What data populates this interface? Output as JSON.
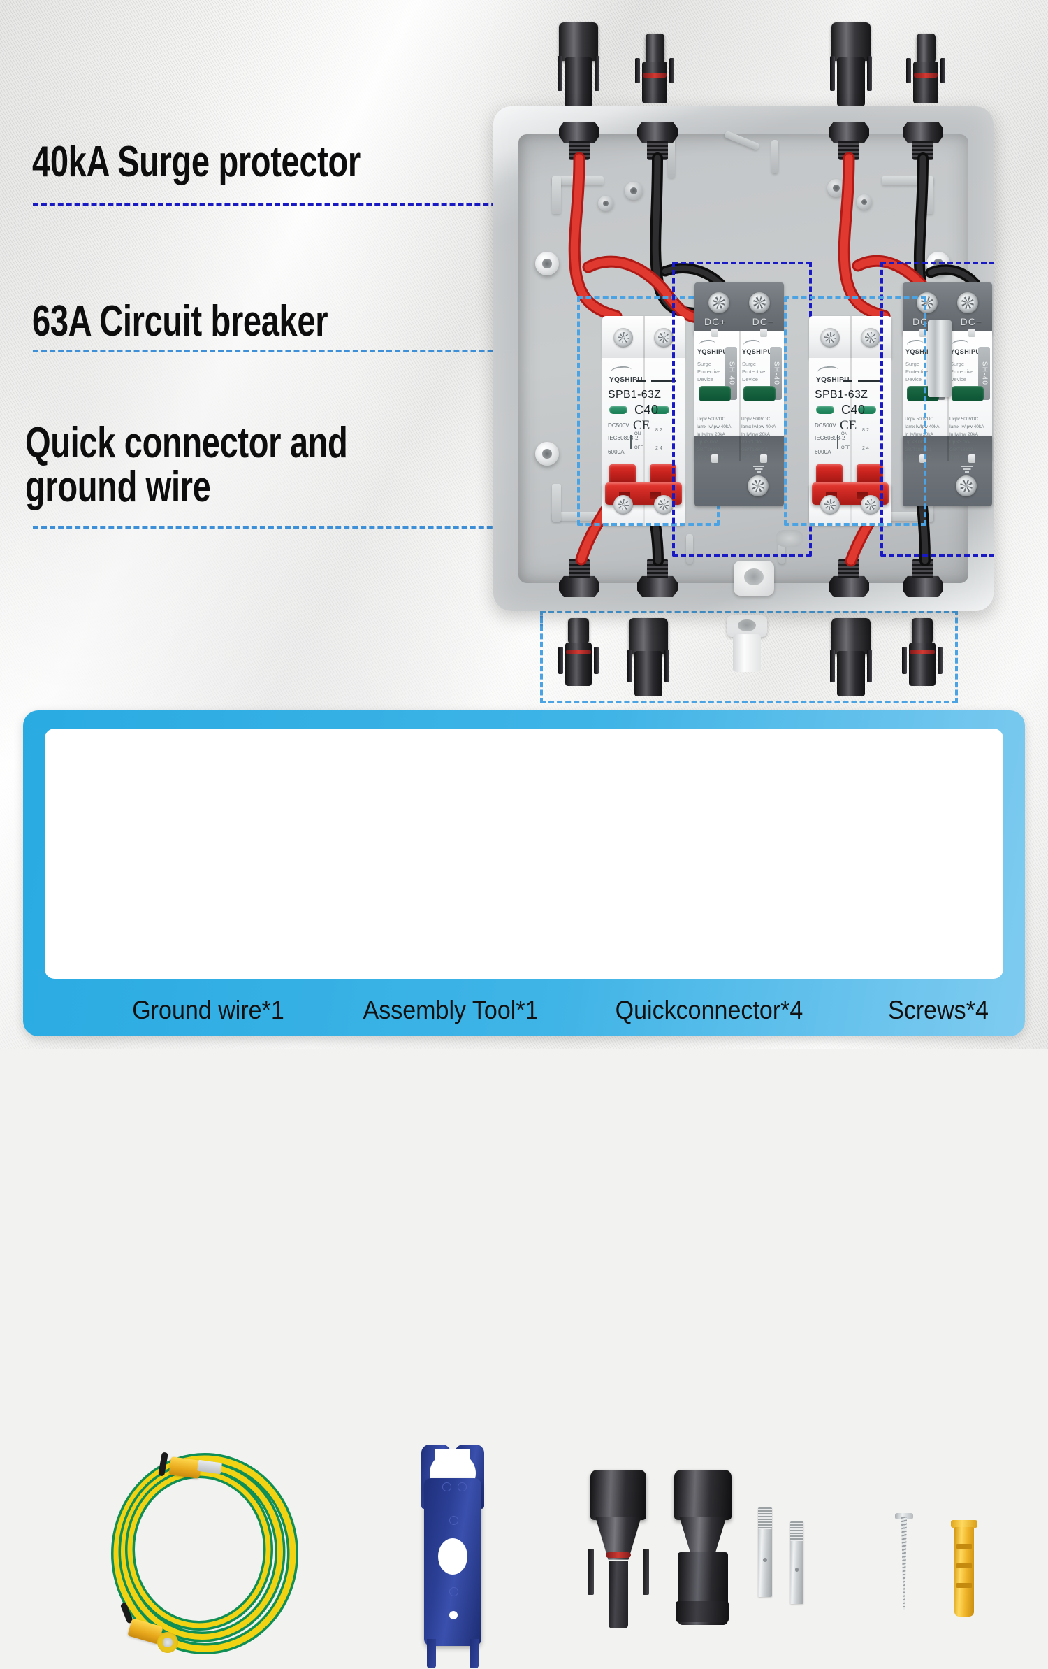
{
  "callouts": [
    {
      "id": "surge",
      "text": "40kA Surge protector",
      "line_color": "#1a1ac4"
    },
    {
      "id": "breaker",
      "text": "63A Circuit breaker",
      "line_color": "#3d8fd8"
    },
    {
      "id": "connector",
      "line1": "Quick connector and",
      "line2": "ground wire",
      "line_color": "#3d8fd8"
    }
  ],
  "enclosure": {
    "breakers": [
      {
        "brand": "YQSHIPU",
        "model": "SPB1-63Z",
        "rating": "C40",
        "voltage": "DC500V",
        "standard": "IEC60898-2",
        "breaking_capacity": "6000A",
        "ce_mark": "CE",
        "on_label": "ON",
        "off_label": "OFF"
      },
      {
        "brand": "YQSHIPU",
        "model": "SPB1-63Z",
        "rating": "C40",
        "voltage": "DC500V",
        "standard": "IEC60898-2",
        "breaking_capacity": "6000A",
        "ce_mark": "CE",
        "on_label": "ON",
        "off_label": "OFF"
      }
    ],
    "spds": [
      {
        "brand": "YQSHIPU",
        "series": "SH-40",
        "device_type": "Surge Protective Device",
        "terminal_pos": "DC+",
        "terminal_neg": "DC−",
        "spec_ucpv": "Ucpv   500VDC",
        "spec_imax": "Iamx  Iv/Ipw 40kA",
        "spec_in": "In      Iv/Inw 20kA",
        "spec_up": "Up          ≤3.0kV",
        "spec_std": "GB/T18802.1",
        "spec_ip": "IP20      50/60Hz"
      },
      {
        "brand": "YQSHIPU",
        "series": "SH-40",
        "device_type": "Surge Protective Device",
        "terminal_pos": "DC+",
        "terminal_neg": "DC−",
        "spec_ucpv": "Ucpv   500VDC",
        "spec_imax": "Iamx  Iv/Ipw 40kA",
        "spec_in": "In      Iv/Inw 20kA",
        "spec_up": "Up          ≤3.0kV",
        "spec_std": "GB/T18802.1",
        "spec_ip": "IP20      50/60Hz"
      }
    ]
  },
  "accessories": {
    "items": [
      {
        "name": "Ground wire*1",
        "icon": "ground-wire-icon"
      },
      {
        "name": "Assembly  Tool*1",
        "icon": "assembly-tool-icon"
      },
      {
        "name": "Quickconnector*4",
        "icon": "quick-connector-icon"
      },
      {
        "name": "Screws*4",
        "icon": "screw-icon"
      }
    ],
    "panel_color": "#29abe2"
  }
}
